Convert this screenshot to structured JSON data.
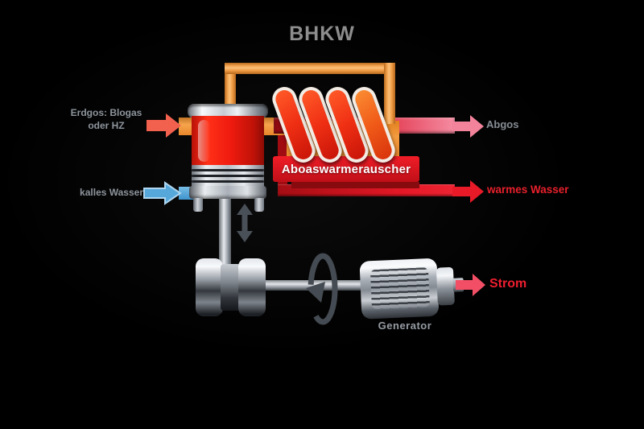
{
  "title": "BHKW",
  "diagram": {
    "fuel_input": {
      "label_line1": "Erdgos: Blogas",
      "label_line2": "oder HZ"
    },
    "cold_water_input": {
      "label": "kalles Wasser"
    },
    "exhaust_output": {
      "label": "Abgos"
    },
    "warm_water_output": {
      "label": "warmes Wasser"
    },
    "power_output": {
      "label": "Strom"
    },
    "heat_exchanger": {
      "label": "Aboaswarmerauscher"
    },
    "generator": {
      "label": "Generator"
    }
  },
  "icons": {
    "fuel_arrow": "block-right-arrow",
    "cold_water_arrow": "block-right-arrow",
    "exhaust_arrow": "block-right-arrow",
    "warm_water_arrow": "block-right-arrow",
    "power_arrow": "block-right-arrow",
    "reciprocation": "up-down-double-arrow",
    "rotation": "elliptical-circular-arrow"
  },
  "colors": {
    "background": "#000000",
    "pipe_orange": "#f6a44c",
    "engine_red": "#ee1a0e",
    "banner_red": "#d9121c",
    "exhaust_band_start": "#8e0a10",
    "exhaust_band_end": "#f58ca2",
    "warm_band": "#e41826",
    "fuel_arrow": "#f2604e",
    "cold_water_arrow": "#56a8db",
    "exhaust_arrow": "#f2839b",
    "warm_water_arrow": "#e81a28",
    "power_arrow": "#f24f66",
    "label_gray": "#8d949c",
    "label_red": "#e8202c",
    "title_gray": "#8d8d8d",
    "chrome_light": "#f8fafc",
    "chrome_dark": "#34383e"
  }
}
